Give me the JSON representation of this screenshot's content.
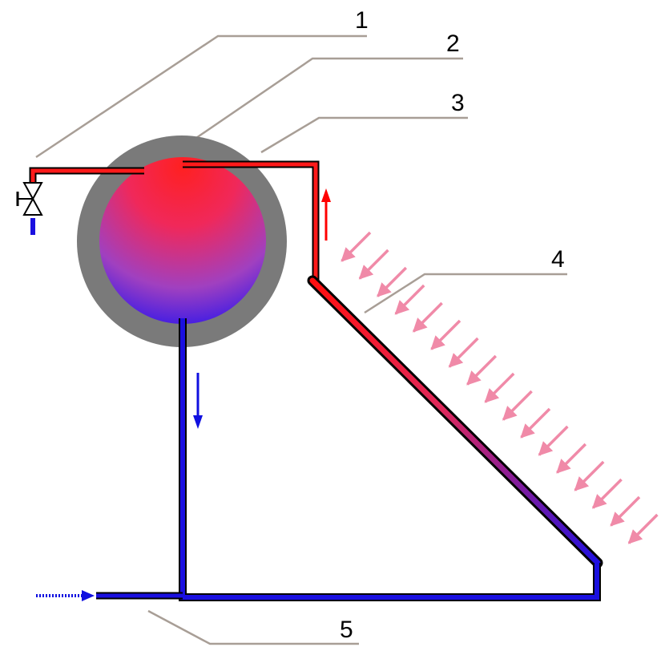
{
  "labels": [
    {
      "id": "label-1",
      "text": "1"
    },
    {
      "id": "label-2",
      "text": "2"
    },
    {
      "id": "label-3",
      "text": "3"
    },
    {
      "id": "label-4",
      "text": "4"
    },
    {
      "id": "label-5",
      "text": "5"
    }
  ],
  "colors": {
    "hot": "#ff1a1a",
    "cold": "#1a10e0",
    "insulation": "#7a7a7a",
    "leader": "#a89e96",
    "sunlight": "#f08aa8",
    "outline": "#000000"
  },
  "icons": [
    "valve-icon",
    "flow-up-arrow-icon",
    "flow-down-arrow-icon",
    "inlet-arrow-icon",
    "sun-rays-icon"
  ]
}
